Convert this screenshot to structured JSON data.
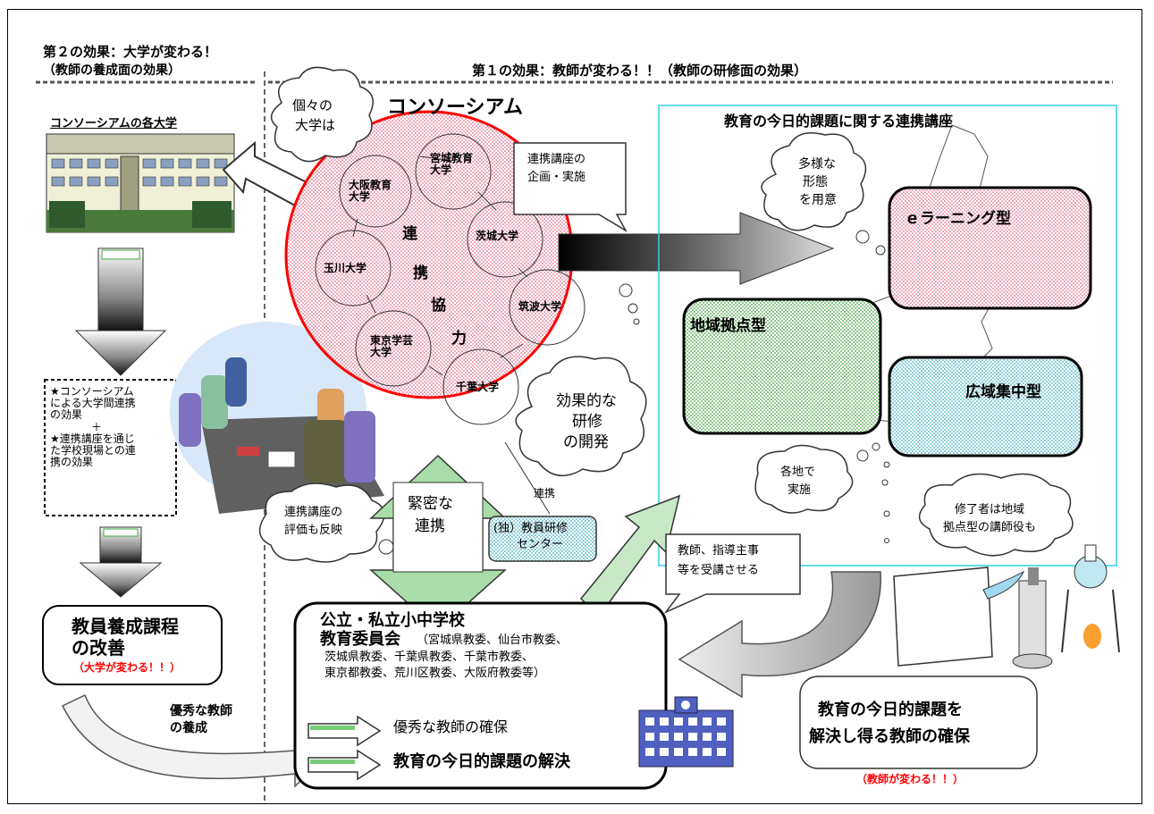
{
  "header": {
    "left_title": "第２の効果：大学が変わる！",
    "left_sub": "（教師の養成面の効果）",
    "right_title": "第１の効果：教師が変わる！！（教師の研修面の効果）"
  },
  "left": {
    "university_label": "コンソーシアムの各大学",
    "effects_box": [
      "★コンソーシアム",
      "による大学間連携",
      "の効果",
      "＋",
      "★連携講座を通じ",
      "た学校現場との連",
      "携の効果"
    ],
    "reform_title_1": "教員養成課程",
    "reform_title_2": "の改善",
    "reform_note": "（大学が変わる！！）",
    "training_1": "優秀な教師",
    "training_2": "の養成"
  },
  "consortium": {
    "title": "コンソーシアム",
    "universities": [
      "宮城教育大学",
      "大阪教育大学",
      "茨城大学",
      "玉川大学",
      "筑波大学",
      "東京学芸大学",
      "千葉大学"
    ],
    "cooperation_chars": [
      "連",
      "携",
      "協",
      "力"
    ]
  },
  "callouts": {
    "each_univ_1": "個々の",
    "each_univ_2": "大学は",
    "plan_1": "連携講座の",
    "plan_2": "企画・実施",
    "variety_1": "多様な",
    "variety_2": "形態",
    "variety_3": "を用意",
    "effective_1": "効果的な",
    "effective_2": "研修",
    "effective_3": "の開発",
    "eval_1": "連携講座の",
    "eval_2": "評価も反映",
    "close_1": "緊密な",
    "close_2": "連携",
    "link_label": "連携",
    "nitc_1": "(独）教員研修",
    "nitc_2": "センター",
    "local_1": "各地で",
    "local_2": "実施",
    "graduates_1": "修了者は地域",
    "graduates_2": "拠点型の講師役も",
    "teachers_1": "教師、指導主事",
    "teachers_2": "等を受講させる"
  },
  "courses": {
    "title": "教育の今日的課題に関する連携講座",
    "elearning": "ｅラーニング型",
    "regional": "地域拠点型",
    "wide_area": "広域集中型"
  },
  "schools": {
    "title_1": "公立・私立小中学校",
    "title_2": "教育委員会",
    "boards_1": "（宮城県教委、仙台市教委、",
    "boards_2": "茨城県教委、千葉県教委、千葉市教委、",
    "boards_3": "東京都教委、荒川区教委、大阪府教委等）",
    "outcome_1": "優秀な教師の確保",
    "outcome_2": "教育の今日的課題の解決"
  },
  "result": {
    "line_1": "教育の今日的課題を",
    "line_2": "解決し得る教師の確保",
    "note": "（教師が変わる！！）"
  },
  "colors": {
    "circle_border": "#ff0000",
    "course_frame": "#00c0d0",
    "arrow_green": "#80c080"
  }
}
